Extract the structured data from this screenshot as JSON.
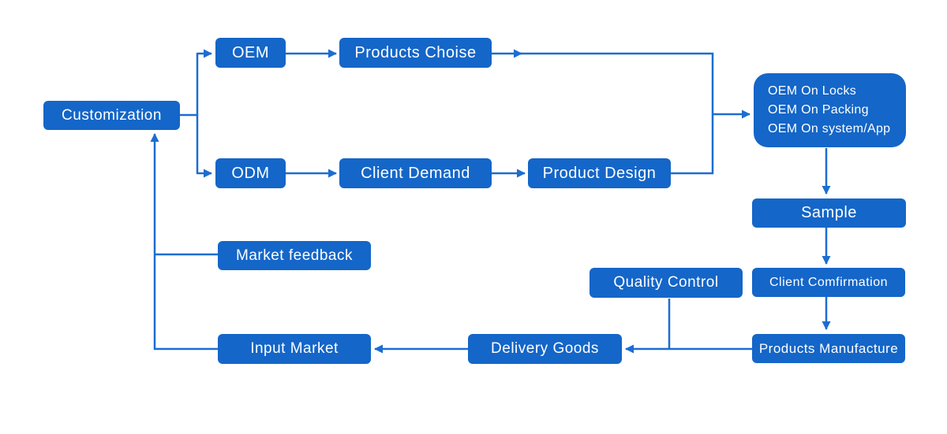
{
  "diagram": {
    "type": "flowchart",
    "colors": {
      "box_fill": "#1466C8",
      "line": "#1C6DD0",
      "text": "#ffffff",
      "background": "#ffffff"
    },
    "nodes": {
      "customization": {
        "label": "Customization"
      },
      "oem": {
        "label": "OEM"
      },
      "products_choise": {
        "label": "Products Choise"
      },
      "odm": {
        "label": "ODM"
      },
      "client_demand": {
        "label": "Client Demand"
      },
      "product_design": {
        "label": "Product Design"
      },
      "oem_options": {
        "lines": [
          "OEM On Locks",
          "OEM On Packing",
          "OEM On system/App"
        ]
      },
      "sample": {
        "label": "Sample"
      },
      "client_comfirmation": {
        "label": "Client Comfirmation"
      },
      "products_manufacture": {
        "label": "Products Manufacture"
      },
      "quality_control": {
        "label": "Quality Control"
      },
      "delivery_goods": {
        "label": "Delivery Goods"
      },
      "input_market": {
        "label": "Input Market"
      },
      "market_feedback": {
        "label": "Market feedback"
      }
    },
    "edges": [
      "Customization -> OEM",
      "Customization -> ODM",
      "OEM -> Products Choise",
      "Products Choise -> OEM options box",
      "ODM -> Client Demand",
      "Client Demand -> Product Design",
      "Product Design -> OEM options box",
      "OEM options box -> Sample",
      "Sample -> Client Comfirmation",
      "Client Comfirmation -> Products Manufacture",
      "Products Manufacture -> Delivery Goods",
      "Quality Control -> (Products Manufacture/Delivery Goods line)",
      "Delivery Goods -> Input Market",
      "Input Market -> Customization",
      "(feedback line) -> Market feedback"
    ]
  }
}
